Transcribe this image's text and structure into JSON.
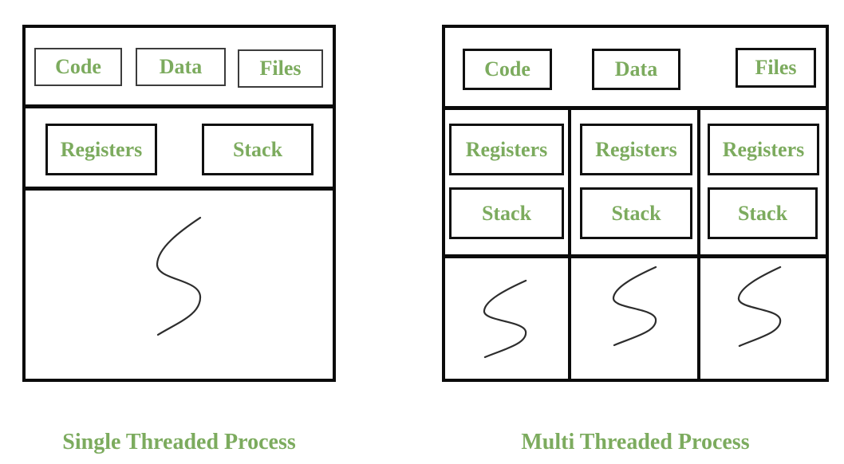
{
  "colors": {
    "label_green": "#7cab5e",
    "border_dark": "#0b0b0b",
    "thin_border_gray": "#3c3c3c",
    "thread_line": "#2d2d2d",
    "background": "#ffffff"
  },
  "left_diagram": {
    "caption": "Single Threaded Process",
    "boxes": {
      "code": "Code",
      "data": "Data",
      "files": "Files",
      "registers": "Registers",
      "stack": "Stack"
    },
    "thread_count": 1
  },
  "right_diagram": {
    "caption": "Multi Threaded Process",
    "boxes": {
      "code": "Code",
      "data": "Data",
      "files": "Files"
    },
    "columns": [
      {
        "registers": "Registers",
        "stack": "Stack"
      },
      {
        "registers": "Registers",
        "stack": "Stack"
      },
      {
        "registers": "Registers",
        "stack": "Stack"
      }
    ],
    "thread_count": 3
  }
}
